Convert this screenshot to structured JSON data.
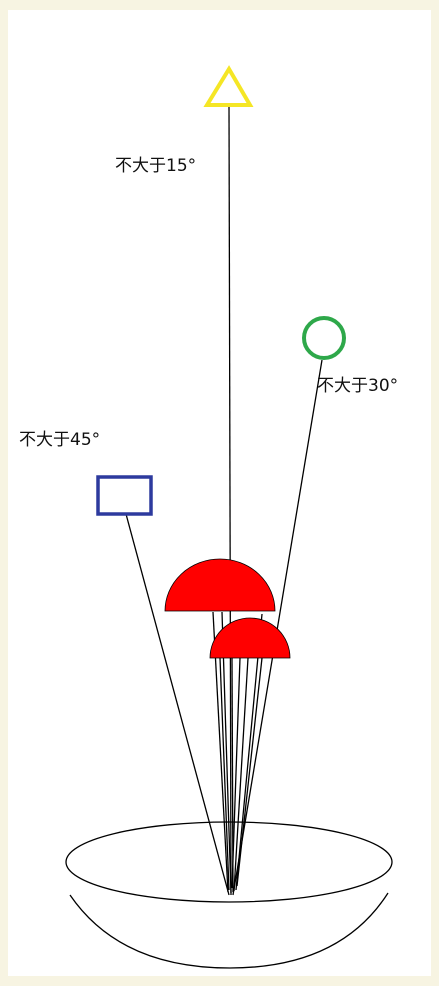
{
  "labels": {
    "limit_15": "不大于15°",
    "limit_30": "不大于30°",
    "limit_45": "不大于45°"
  },
  "markers": {
    "triangle": {
      "shape": "triangle",
      "color": "#f5e625"
    },
    "circle": {
      "shape": "circle",
      "color": "#2ea84a"
    },
    "square": {
      "shape": "square",
      "color": "#2d3a9e"
    }
  },
  "colors": {
    "caps": "#ff0000",
    "lines": "#000000",
    "background": "#ffffff",
    "border": "#f7f4e2"
  }
}
